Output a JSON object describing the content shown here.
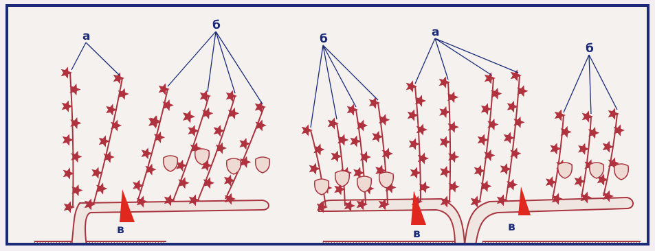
{
  "labels": {
    "left_a": "а",
    "left_b": "б",
    "left_v": "в",
    "right_b1": "б",
    "right_a": "а",
    "right_b2": "б",
    "right_v1": "в",
    "right_v2": "в"
  },
  "colors": {
    "frame": "#1a2a78",
    "plant": "#a8343f",
    "marker": "#e0281e",
    "label": "#1a2a78"
  }
}
